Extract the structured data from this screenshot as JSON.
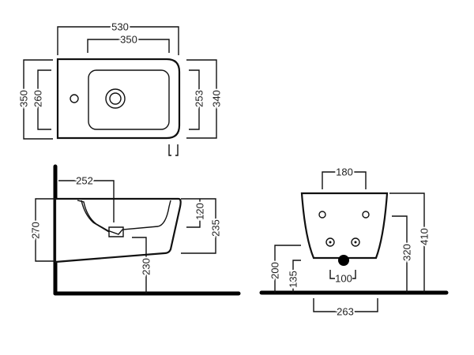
{
  "top_view": {
    "dims": {
      "overall_width": "530",
      "basin_width": "350",
      "overall_depth_left": "350",
      "basin_depth_left": "260",
      "basin_depth_right": "253",
      "overall_depth_right": "340"
    }
  },
  "side_view": {
    "dims": {
      "wall_to_drain": "252",
      "height_left": "270",
      "floor_to_underside": "230",
      "bowl_depth": "120",
      "height_right": "235"
    }
  },
  "front_view": {
    "dims": {
      "fixing_spacing_top": "180",
      "fixing_spacing_bottom": "100",
      "supply_height": "200",
      "waste_height": "135",
      "spacing_263": "263",
      "rim_height_320": "320",
      "rim_height_410": "410"
    }
  }
}
